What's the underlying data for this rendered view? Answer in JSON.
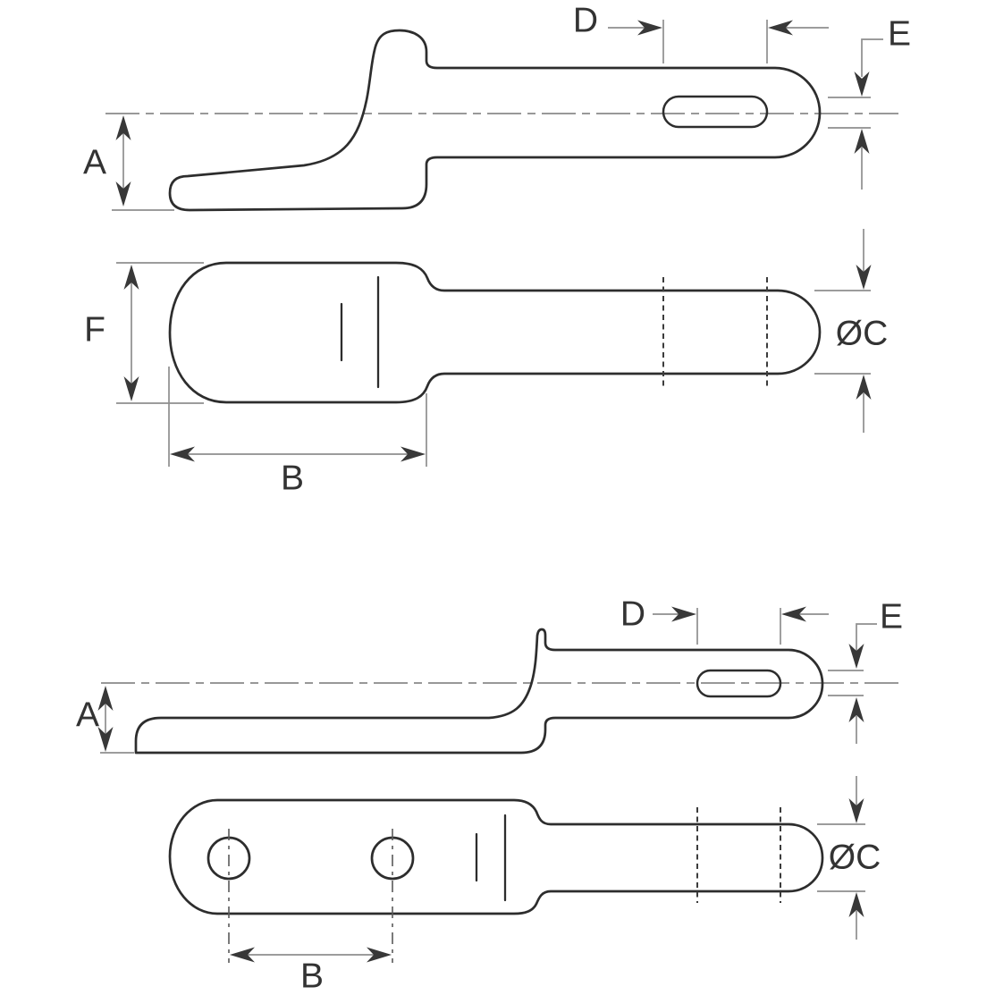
{
  "colors": {
    "background": "#ffffff",
    "part_outline": "#2d2d2d",
    "dimension_lines": "#8e8e8e",
    "arrows_and_text": "#383838"
  },
  "top_drawing": {
    "side_view": {
      "height_label": "A",
      "slot_length_label": "D",
      "slot_width_label": "E"
    },
    "plan_view": {
      "width_label": "F",
      "head_length_label": "B",
      "diameter_label": "ØC"
    }
  },
  "bottom_drawing": {
    "side_view": {
      "height_label": "A",
      "slot_length_label": "D",
      "slot_width_label": "E"
    },
    "plan_view": {
      "hole_spacing_label": "B",
      "diameter_label": "ØC"
    }
  }
}
